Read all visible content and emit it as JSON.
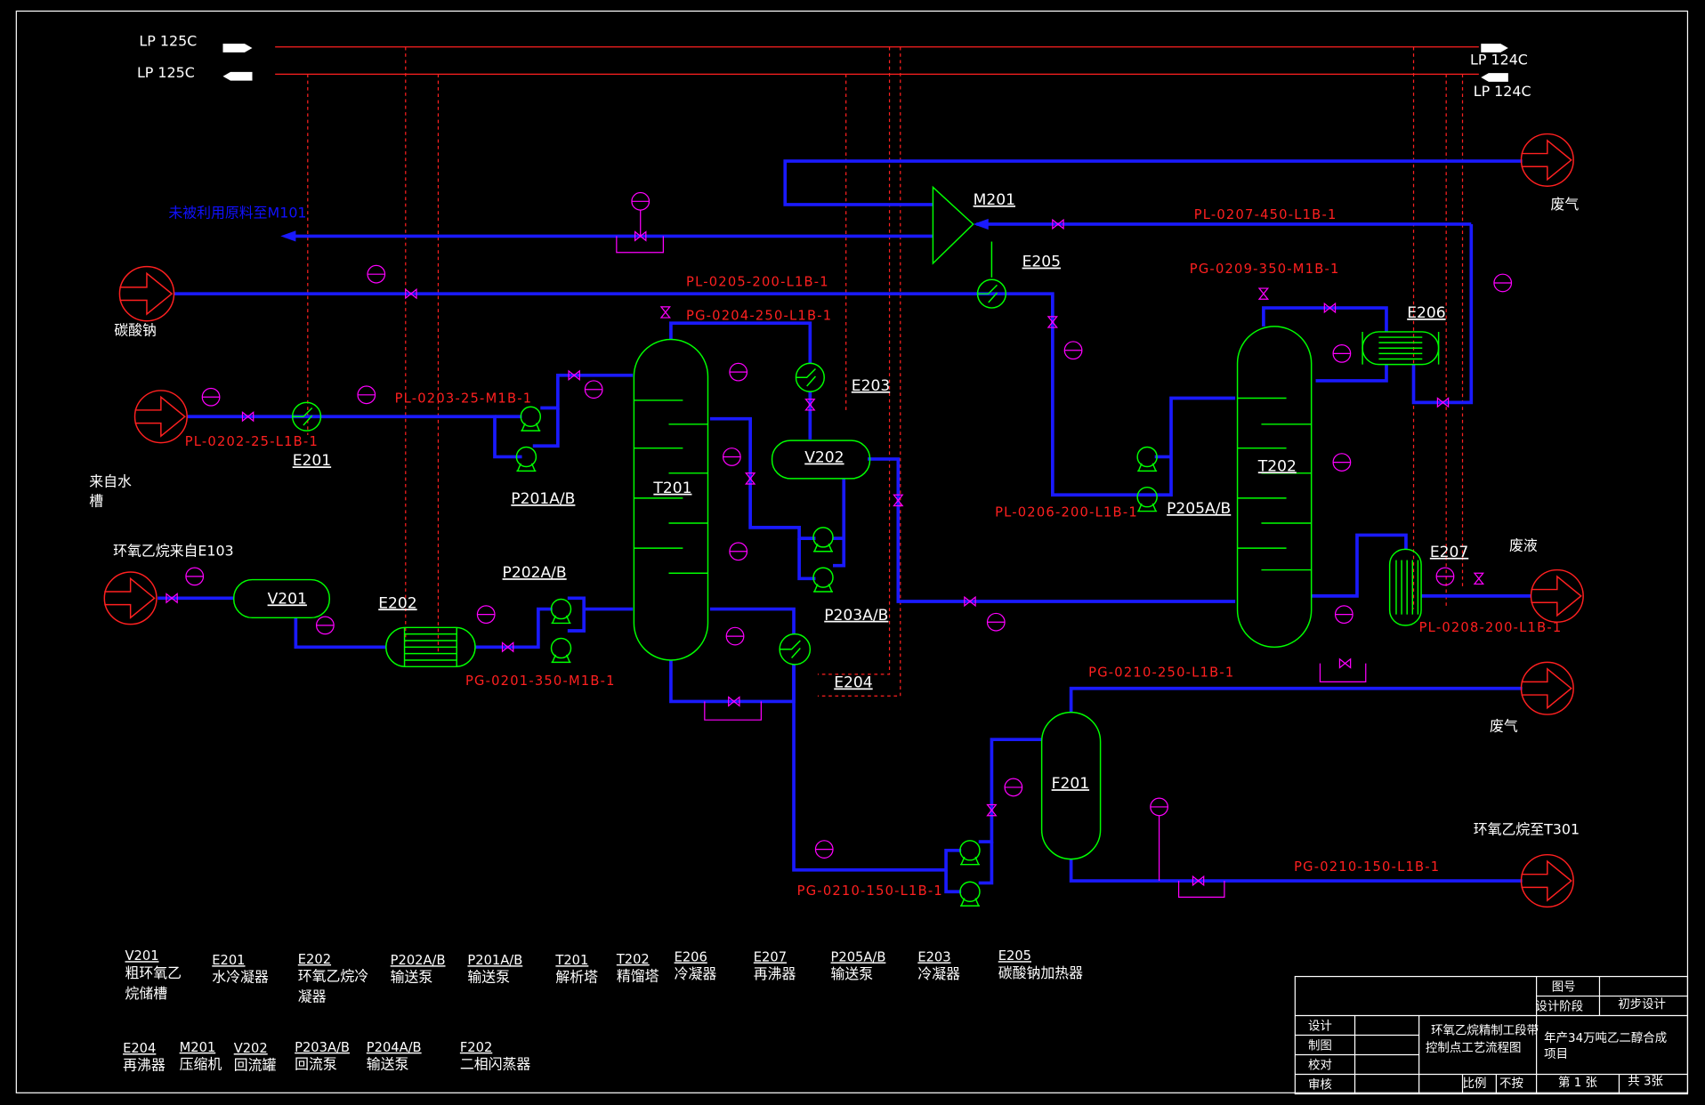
{
  "colors": {
    "background": "#000000",
    "process_line": "#1a1aff",
    "equipment": "#00ff00",
    "line_label": "#ff2020",
    "instrument": "#ff00ff",
    "text": "#ffffff"
  },
  "steam": {
    "in_1": "LP 125C",
    "in_2": "LP 125C",
    "out_1": "LP 124C",
    "out_2": "LP 124C"
  },
  "streams": {
    "unused_feed": "未被利用原料至M101",
    "sodium_carbonate": "碳酸钠",
    "water_from_tank_1": "来自水",
    "water_from_tank_2": "槽",
    "eo_from_e103": "环氧乙烷来自E103",
    "waste_gas_1": "废气",
    "waste_liquid": "废液",
    "waste_gas_2": "废气",
    "eo_to_t301": "环氧乙烷至T301"
  },
  "equipment_tags": {
    "m201": "M201",
    "e205": "E205",
    "e206": "E206",
    "e203": "E203",
    "v202": "V202",
    "t201": "T201",
    "t202": "T202",
    "e201": "E201",
    "p201": "P201A/B",
    "p202": "P202A/B",
    "v201": "V201",
    "e202": "E202",
    "p203": "P203A/B",
    "p205": "P205A/B",
    "e207": "E207",
    "e204": "E204",
    "f201": "F201"
  },
  "line_numbers": {
    "l0207": "PL-0207-450-L1B-1",
    "l0209": "PG-0209-350-M1B-1",
    "l0205": "PL-0205-200-L1B-1",
    "l0204": "PG-0204-250-L1B-1",
    "l0203": "PL-0203-25-M1B-1",
    "l0202": "PL-0202-25-L1B-1",
    "l0206": "PL-0206-200-L1B-1",
    "l0201": "PG-0201-350-M1B-1",
    "l0208": "PL-0208-200-L1B-1",
    "l0210a": "PG-0210-250-L1B-1",
    "l0210b": "PG-0210-150-L1B-1",
    "l0210c": "PG-0210-150-L1B-1"
  },
  "legend": [
    {
      "tag": "V201",
      "desc": "粗环氧乙",
      "desc2": "烷储槽"
    },
    {
      "tag": "E201",
      "desc": "水冷凝器",
      "desc2": ""
    },
    {
      "tag": "E202",
      "desc": "环氧乙烷冷",
      "desc2": "凝器"
    },
    {
      "tag": "P202A/B",
      "desc": "输送泵",
      "desc2": ""
    },
    {
      "tag": "P201A/B",
      "desc": "输送泵",
      "desc2": ""
    },
    {
      "tag": "T201",
      "desc": "解析塔",
      "desc2": ""
    },
    {
      "tag": "T202",
      "desc": "精馏塔",
      "desc2": ""
    },
    {
      "tag": "E206",
      "desc": "冷凝器",
      "desc2": ""
    },
    {
      "tag": "E207",
      "desc": "再沸器",
      "desc2": ""
    },
    {
      "tag": "P205A/B",
      "desc": "输送泵",
      "desc2": ""
    },
    {
      "tag": "E203",
      "desc": "冷凝器",
      "desc2": ""
    },
    {
      "tag": "E205",
      "desc": "碳酸钠加热器",
      "desc2": ""
    },
    {
      "tag": "E204",
      "desc": "再沸器",
      "desc2": ""
    },
    {
      "tag": "M201",
      "desc": "压缩机",
      "desc2": ""
    },
    {
      "tag": "V202",
      "desc": "回流罐",
      "desc2": ""
    },
    {
      "tag": "P203A/B",
      "desc": "回流泵",
      "desc2": ""
    },
    {
      "tag": "P204A/B",
      "desc": "输送泵",
      "desc2": ""
    },
    {
      "tag": "F202",
      "desc": "二相闪蒸器",
      "desc2": ""
    }
  ],
  "title_block": {
    "drawing_no_label": "图号",
    "stage_label": "设计阶段",
    "stage_value": "初步设计",
    "design": "设计",
    "drafting": "制图",
    "checking": "校对",
    "review": "审核",
    "title_1": "环氧乙烷精制工段带",
    "title_2": "控制点工艺流程图",
    "project_1": "年产34万吨乙二醇合成",
    "project_2": "项目",
    "scale_label": "比例",
    "scale_value": "不按",
    "sheet": "第 1 张",
    "total": "共 3张"
  }
}
